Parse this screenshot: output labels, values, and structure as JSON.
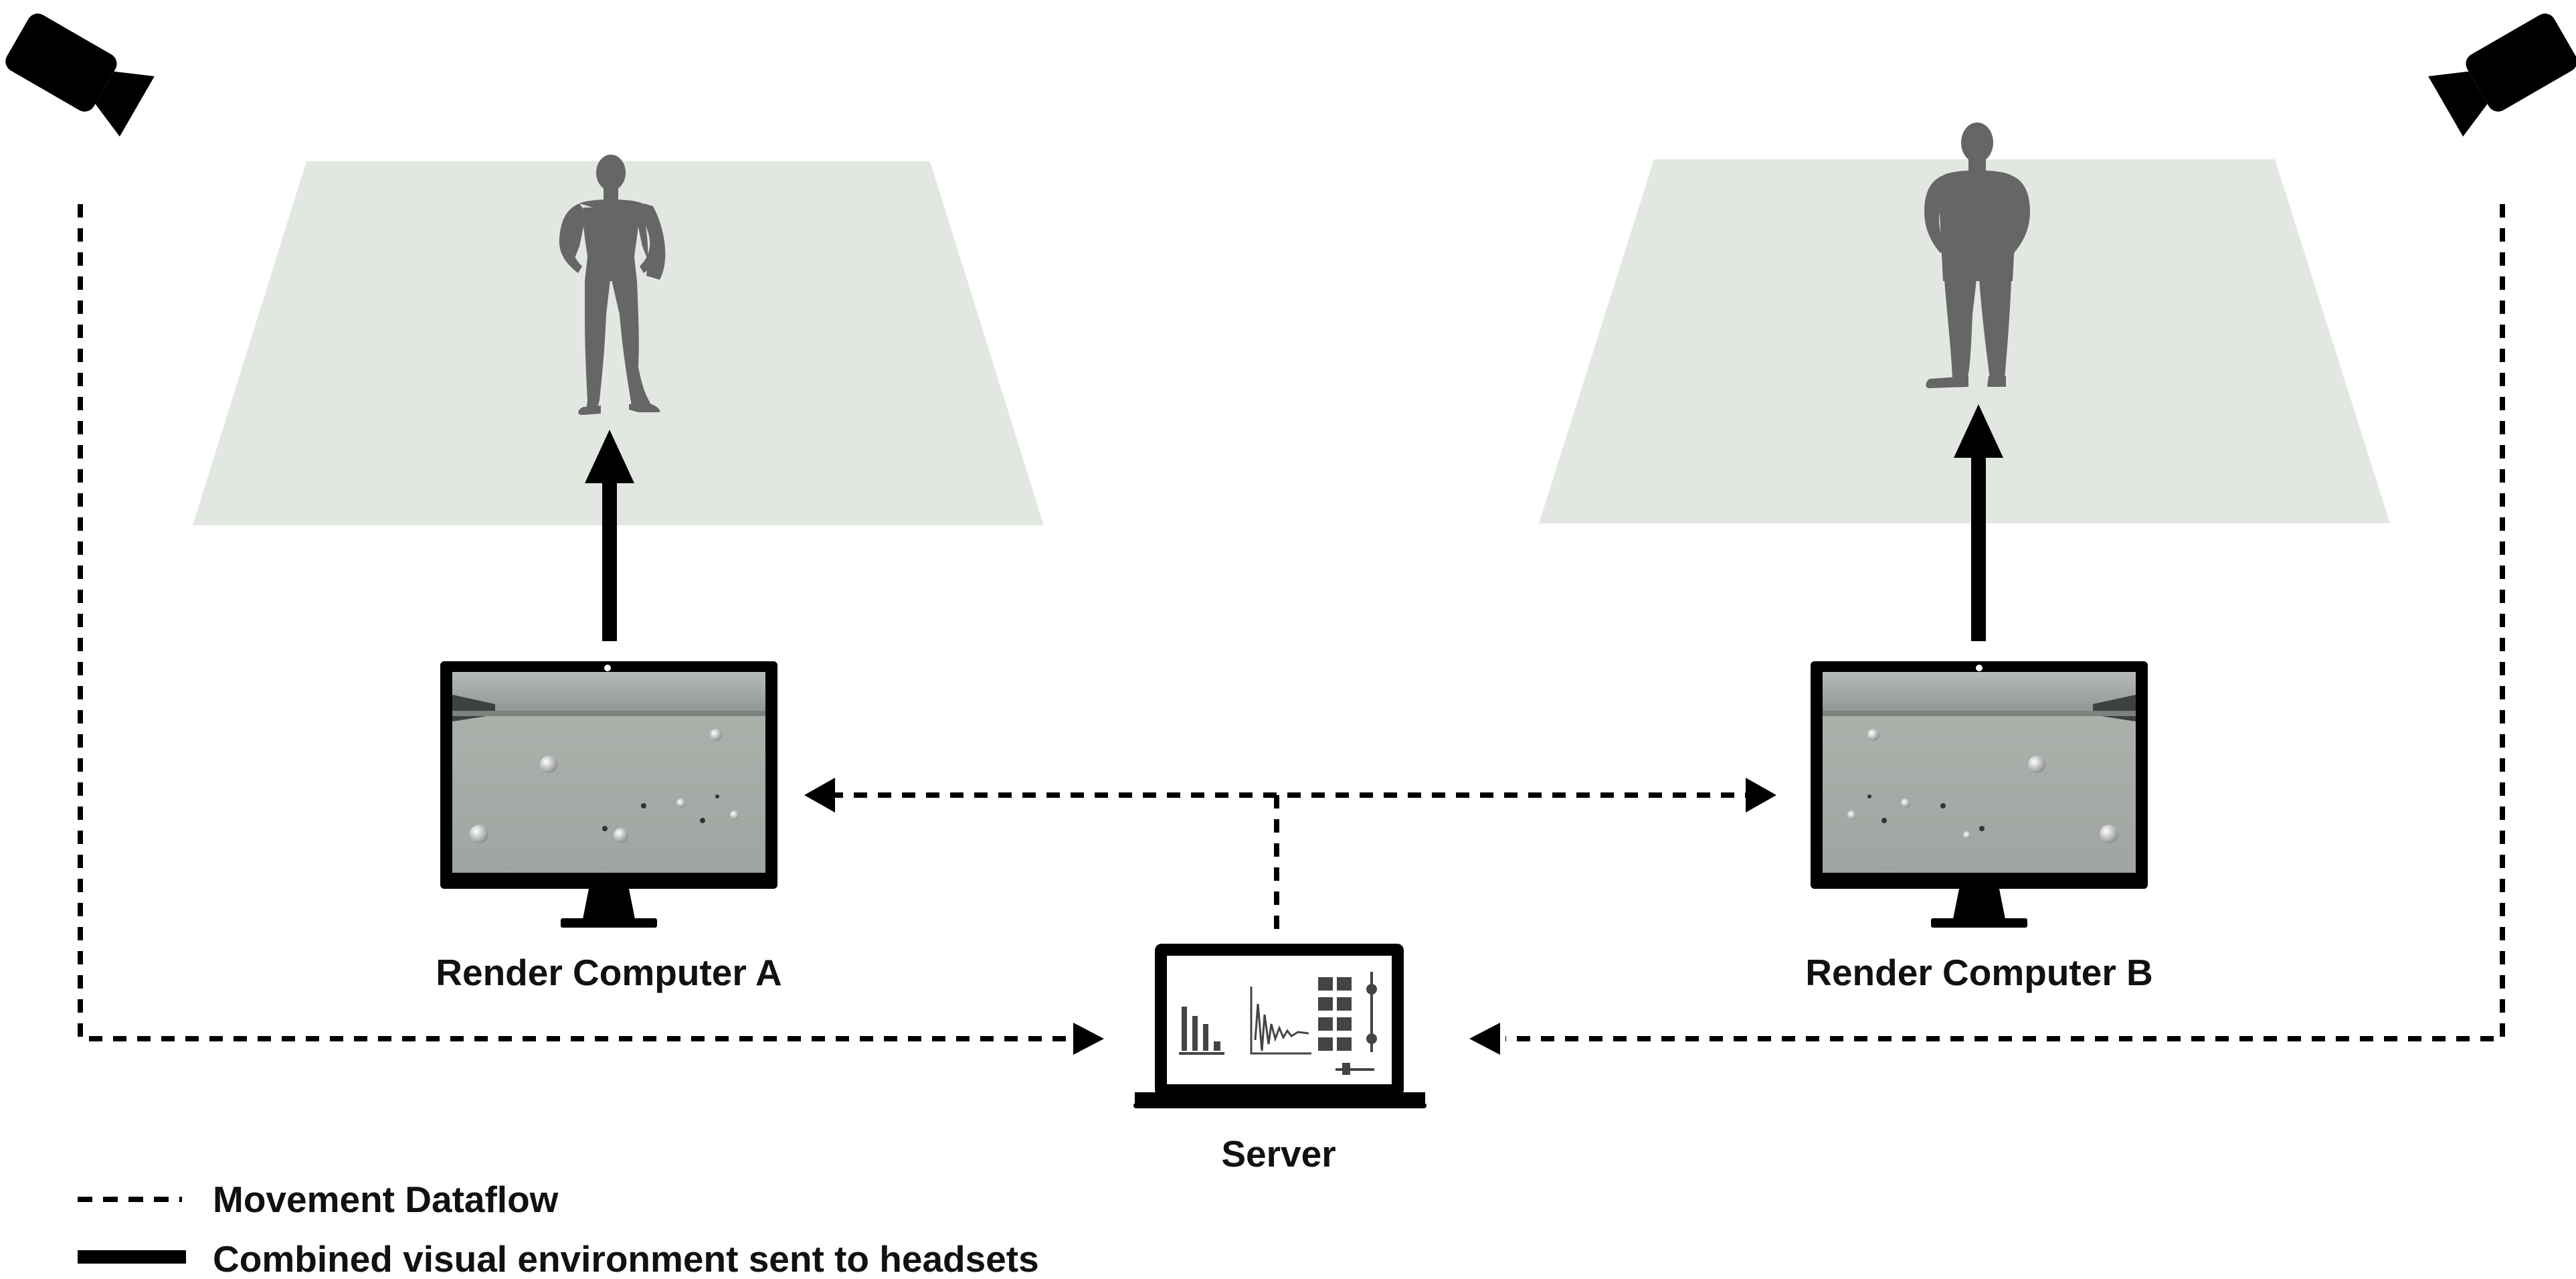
{
  "nodes": {
    "render_a": {
      "label": "Render Computer A"
    },
    "render_b": {
      "label": "Render Computer B"
    },
    "server": {
      "label": "Server"
    }
  },
  "legend": {
    "movement_dataflow": "Movement Dataflow",
    "combined_visual": "Combined visual environment sent to headsets"
  },
  "colors": {
    "floor": "#e2e7e2",
    "figure": "#666666",
    "ink": "#000000",
    "sky": "#9ea39f",
    "ground": "#a7aca7",
    "wall": "#3d4240"
  },
  "icons": [
    "camera-icon",
    "woman-figure-icon",
    "man-figure-icon",
    "monitor-icon",
    "laptop-icon"
  ]
}
